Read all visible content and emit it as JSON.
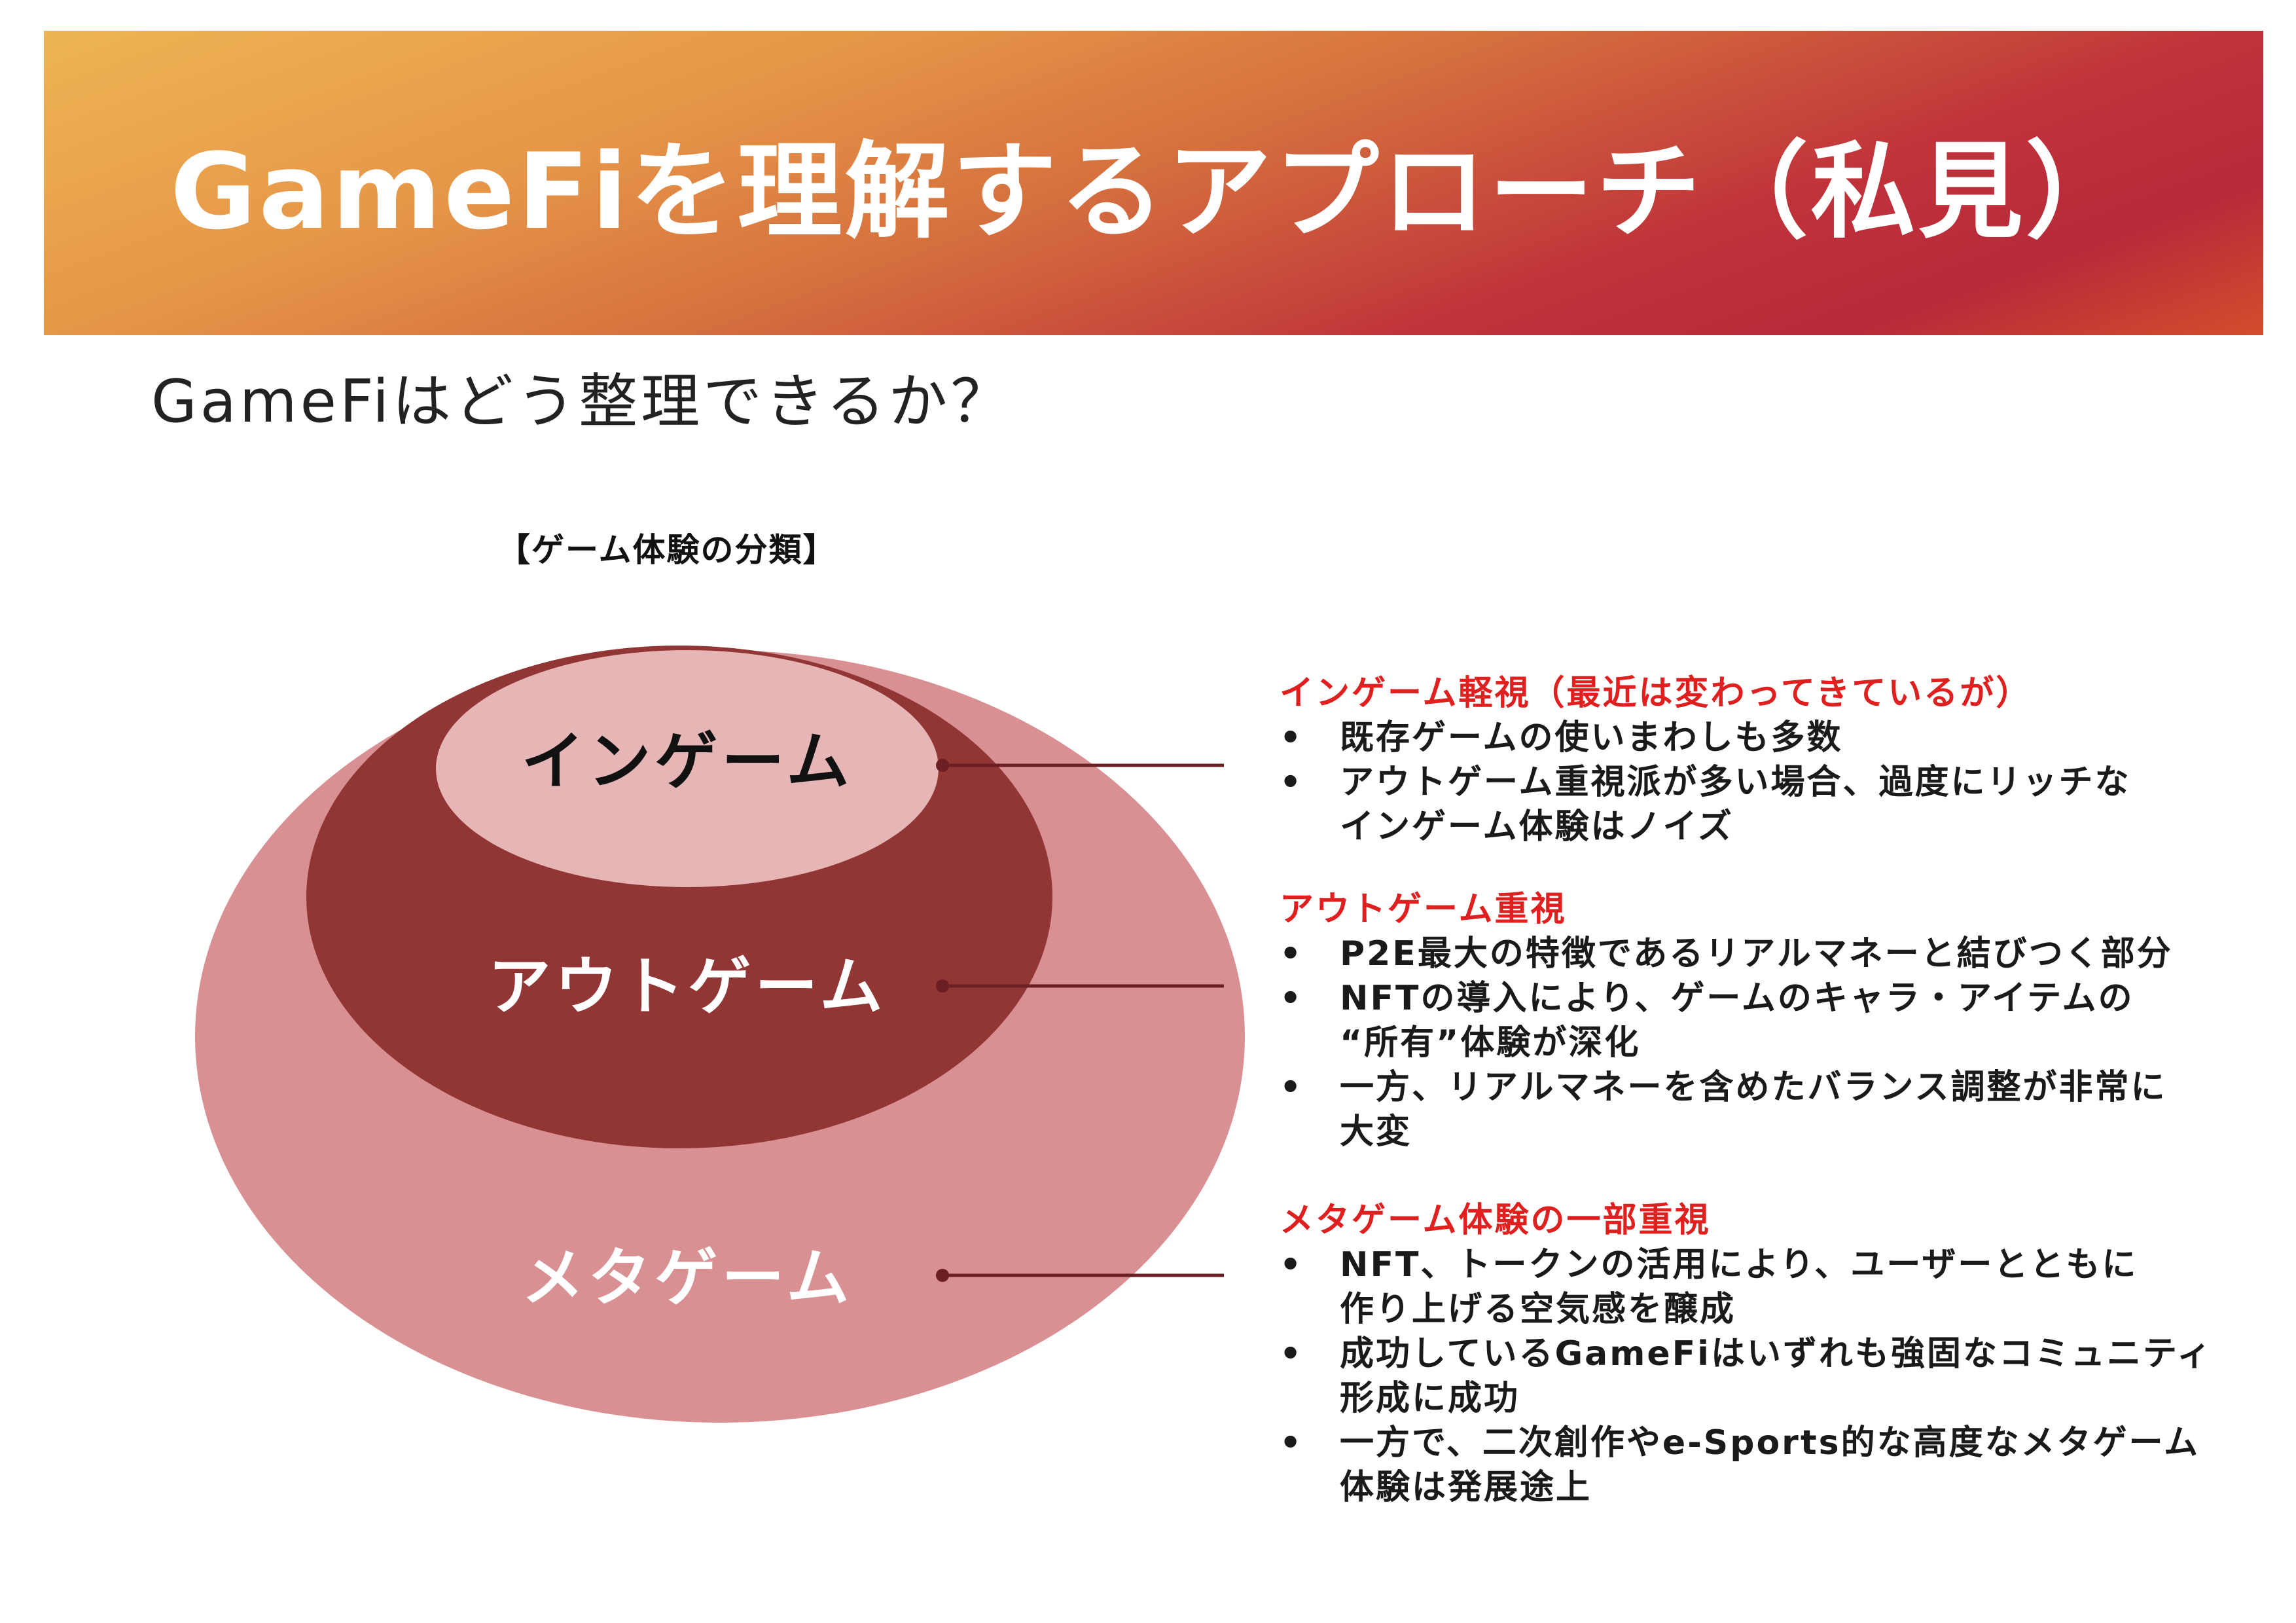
{
  "header": {
    "title": "GameFiを理解するアプローチ（私見）"
  },
  "subtitle": "GameFiはどう整理できるか？",
  "diagram": {
    "caption": "【ゲーム体験の分類】",
    "layers": [
      {
        "label": "インゲーム"
      },
      {
        "label": "アウトゲーム"
      },
      {
        "label": "メタゲーム"
      }
    ],
    "colors": {
      "outer": "#d99092",
      "middle": "#923535",
      "inner": "#e6b6b6",
      "connector": "#6b1f22",
      "heading_red": "#e01f1f"
    }
  },
  "sections": [
    {
      "heading": "インゲーム軽視（最近は変わってきているが）",
      "bullets": [
        "既存ゲームの使いまわしも多数",
        "アウトゲーム重視派が多い場合、過度にリッチな\nインゲーム体験はノイズ"
      ]
    },
    {
      "heading": "アウトゲーム重視",
      "bullets": [
        "P2E最大の特徴であるリアルマネーと結びつく部分",
        "NFTの導入により、ゲームのキャラ・アイテムの\n“所有”体験が深化",
        "一方、リアルマネーを含めたバランス調整が非常に\n大変"
      ]
    },
    {
      "heading": "メタゲーム体験の一部重視",
      "bullets": [
        "NFT、トークンの活用により、ユーザーとともに\n作り上げる空気感を醸成",
        "成功しているGameFiはいずれも強固なコミュニティ\n形成に成功",
        "一方で、二次創作やe-Sports的な高度なメタゲーム\n体験は発展途上"
      ]
    }
  ],
  "bullet_symbol": "•"
}
